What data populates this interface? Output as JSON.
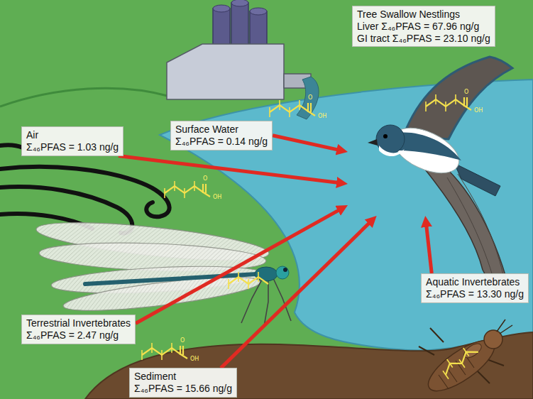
{
  "diagram": {
    "nodes": [
      {
        "text": [
          "Tree Swallow Nestlings",
          "Liver Σ₄₆PFAS = 67.96 ng/g",
          "GI tract Σ₄₆PFAS = 23.10 ng/g"
        ]
      },
      {
        "text": [
          "Surface Water",
          "Σ₄₆PFAS = 0.14 ng/g"
        ]
      },
      {
        "text": [
          "Air",
          "Σ₄₆PFAS = 1.03 ng/g"
        ]
      },
      {
        "text": [
          "Aquatic Invertebrates",
          "Σ₄₆PFAS = 13.30 ng/g"
        ]
      },
      {
        "text": [
          "Terrestrial Invertebrates",
          "Σ₄₆PFAS = 2.47 ng/g"
        ]
      },
      {
        "text": [
          "Sediment",
          "Σ₄₆PFAS = 15.66 ng/g"
        ]
      }
    ],
    "edges": [
      {
        "from": 1,
        "to": 0,
        "arrow": "to"
      },
      {
        "from": 2,
        "to": 0,
        "arrow": "to"
      },
      {
        "from": 3,
        "to": 0,
        "arrow": "to"
      },
      {
        "from": 4,
        "to": 0,
        "arrow": "to"
      },
      {
        "from": 5,
        "to": 0,
        "arrow": "to"
      }
    ],
    "labels": [
      "O",
      "OH",
      "O",
      "OH",
      "O",
      "OH",
      "O",
      "OH"
    ]
  }
}
